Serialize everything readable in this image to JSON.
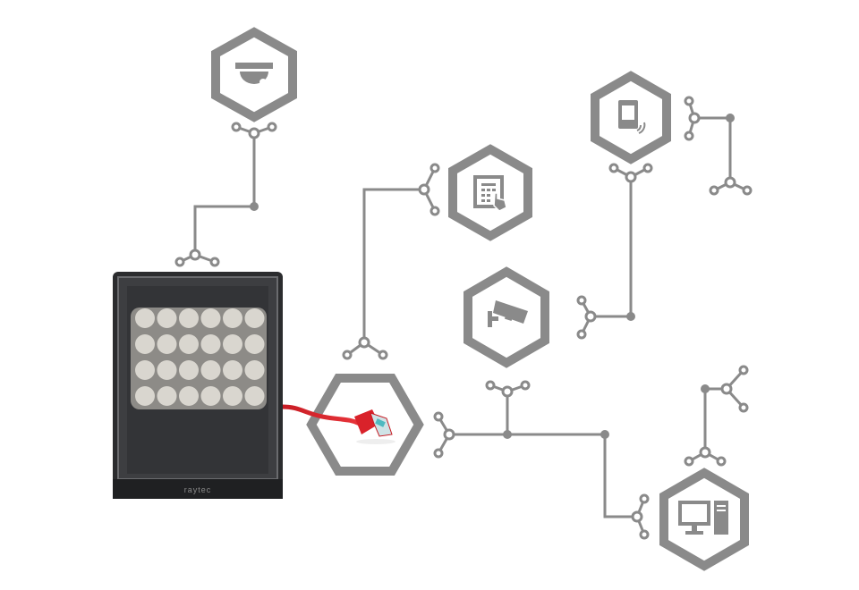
{
  "colors": {
    "line": "#8a8a8a",
    "device_body": "#3a3b3d",
    "device_frame": "#2a2b2d",
    "led": "#d9d6cf",
    "cable": "#d9222a",
    "background": "#ffffff"
  },
  "device": {
    "name": "infrared-illuminator",
    "logo": "raytec",
    "led_rows": 4,
    "led_cols": 6
  },
  "nodes": [
    {
      "icon": "dome-camera-icon"
    },
    {
      "icon": "keypad-touch-icon"
    },
    {
      "icon": "access-reader-icon"
    },
    {
      "icon": "cctv-camera-icon"
    },
    {
      "icon": "ethernet-cable-icon"
    },
    {
      "icon": "desktop-computer-icon"
    }
  ]
}
